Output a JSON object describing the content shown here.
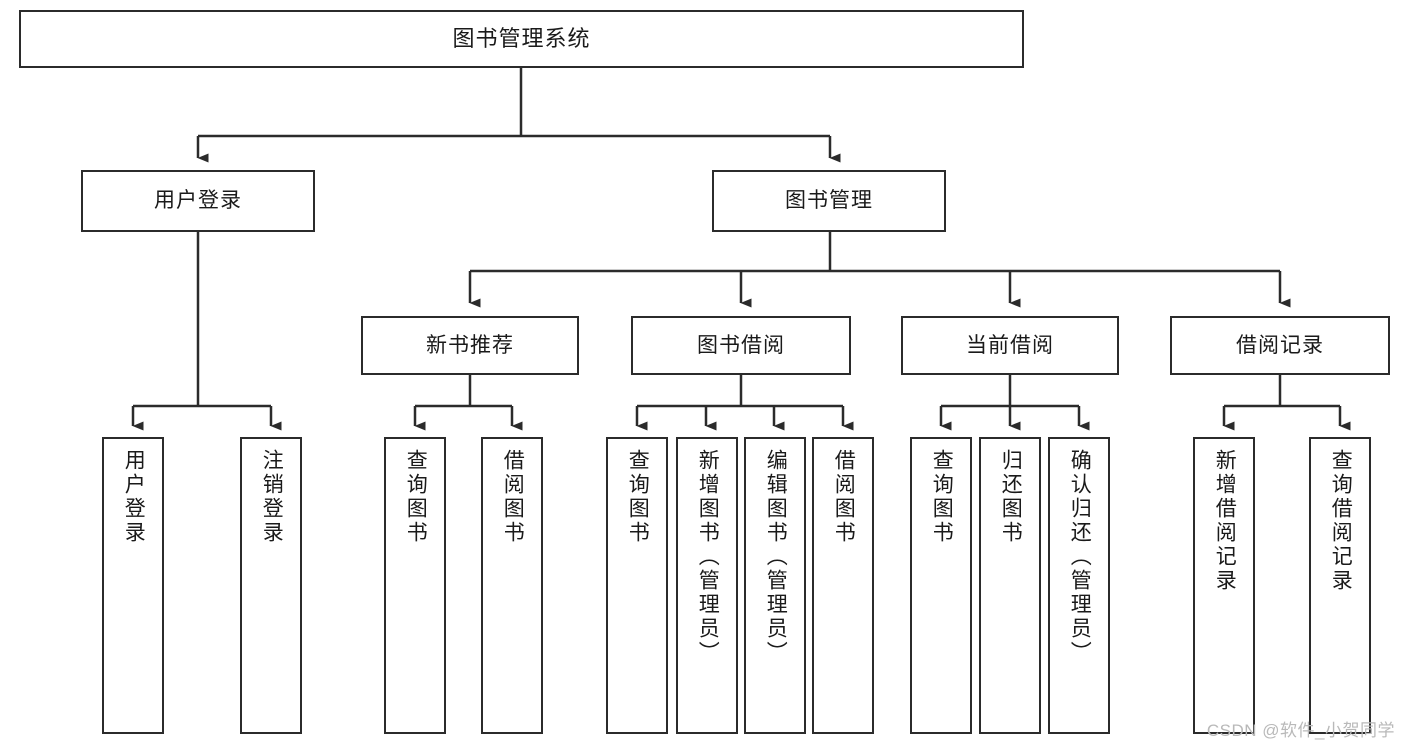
{
  "diagram": {
    "type": "tree-hierarchy",
    "title": "图书管理系统",
    "root": {
      "label": "图书管理系统"
    },
    "level2": [
      {
        "label": "用户登录"
      },
      {
        "label": "图书管理"
      }
    ],
    "level3": [
      {
        "label": "新书推荐"
      },
      {
        "label": "图书借阅"
      },
      {
        "label": "当前借阅"
      },
      {
        "label": "借阅记录"
      }
    ],
    "leaves": {
      "user_login": [
        "用户登录",
        "注销登录"
      ],
      "new_book_recommend": [
        "查询图书",
        "借阅图书"
      ],
      "book_borrow": [
        "查询图书",
        "新增图书（管理员）",
        "编辑图书（管理员）",
        "借阅图书"
      ],
      "current_borrow": [
        "查询图书",
        "归还图书",
        "确认归还（管理员）"
      ],
      "borrow_record": [
        "新增借阅记录",
        "查询借阅记录"
      ]
    }
  },
  "watermark": {
    "text": "CSDN @软件_小贺同学"
  },
  "colors": {
    "stroke": "#2b2b2b",
    "fill": "#ffffff",
    "text": "#1a1a1a",
    "watermark": "#b9b9b9"
  }
}
